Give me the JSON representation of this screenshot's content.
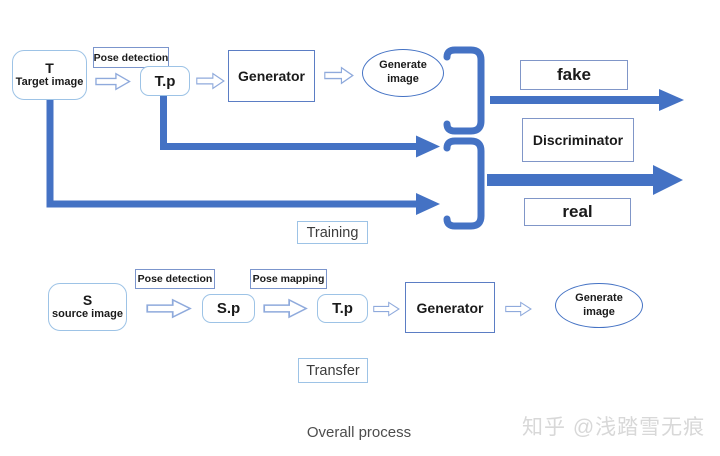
{
  "colors": {
    "primary_blue": "#4472C4",
    "light_blue": "#9DC3E6"
  },
  "icons": {
    "flow_arrow": "hollow-block-arrow-right",
    "solid_arrow": "thick-solid-arrow-right",
    "bracket": "grouping-square-bracket"
  },
  "training": {
    "target_node": {
      "title": "T",
      "subtitle": "Target image"
    },
    "pose_detection": "Pose detection",
    "target_pose_node": "T.p",
    "generator": "Generator",
    "generate_image": "Generate image",
    "fake": "fake",
    "discriminator": "Discriminator",
    "real": "real",
    "section": "Training"
  },
  "transfer": {
    "source_node": {
      "title": "S",
      "subtitle": "source image"
    },
    "pose_detection": "Pose detection",
    "source_pose_node": "S.p",
    "pose_mapping": "Pose mapping",
    "target_pose_node": "T.p",
    "generator": "Generator",
    "generate_image": "Generate image",
    "section": "Transfer"
  },
  "caption": "Overall process",
  "watermark": "知乎 @浅踏雪无痕"
}
